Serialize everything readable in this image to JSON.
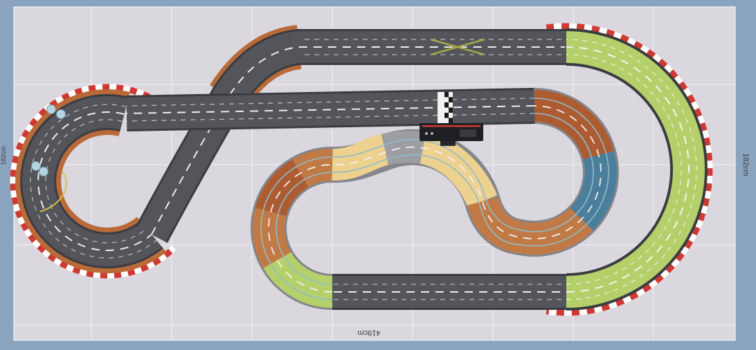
{
  "title": "Slot car racing track layout plan",
  "dimensions": {
    "width_label": "419cm",
    "height_label_right": "182cm",
    "height_label_left": "182cm"
  },
  "frame": {
    "color": "#8aa3bf"
  },
  "board": {
    "color": "#dad7df",
    "grid_color": "#ffffff"
  },
  "track": {
    "surface_color": "#54555a",
    "edge_color": "#3b3c41",
    "lane_line_white": "#eceded",
    "lane_line_faint": "#b4b8be",
    "lane_line_blue": "#8fbccb",
    "border_orange": "#b96a38",
    "piece_tan": "#c17a45",
    "piece_orange": "#ad5c31",
    "piece_cream": "#ecd18f",
    "piece_green": "#b5d06a",
    "piece_blue": "#4b7e9b",
    "piece_gray": "#9d9ea3",
    "barrier_red": "#ce3a33",
    "barrier_white": "#ffffff",
    "power_base_color": "#1f2023",
    "crossover_color": "#a8a74b",
    "figure_color": "#b5d4e3",
    "pieces": [
      {
        "name": "start-finish-straight",
        "surface": "dark"
      },
      {
        "name": "checkered-start-line",
        "surface": "checker"
      },
      {
        "name": "power-base-lap-counter",
        "surface": "black"
      },
      {
        "name": "top-straight-with-crossover",
        "surface": "dark"
      },
      {
        "name": "lane-crossover-x",
        "surface": "dark"
      },
      {
        "name": "right-180-degree-curve",
        "surface": "green"
      },
      {
        "name": "right-outer-safety-barrier",
        "surface": "red-white"
      },
      {
        "name": "bottom-straight",
        "surface": "dark"
      },
      {
        "name": "s-curve-section",
        "surface": "tan-cream-green-blue"
      },
      {
        "name": "left-hairpin-loop",
        "surface": "dark-orange-border"
      },
      {
        "name": "left-outer-safety-barrier",
        "surface": "red-white"
      },
      {
        "name": "diagonal-straight",
        "surface": "dark"
      },
      {
        "name": "trackside-figures",
        "surface": "blue"
      }
    ]
  }
}
